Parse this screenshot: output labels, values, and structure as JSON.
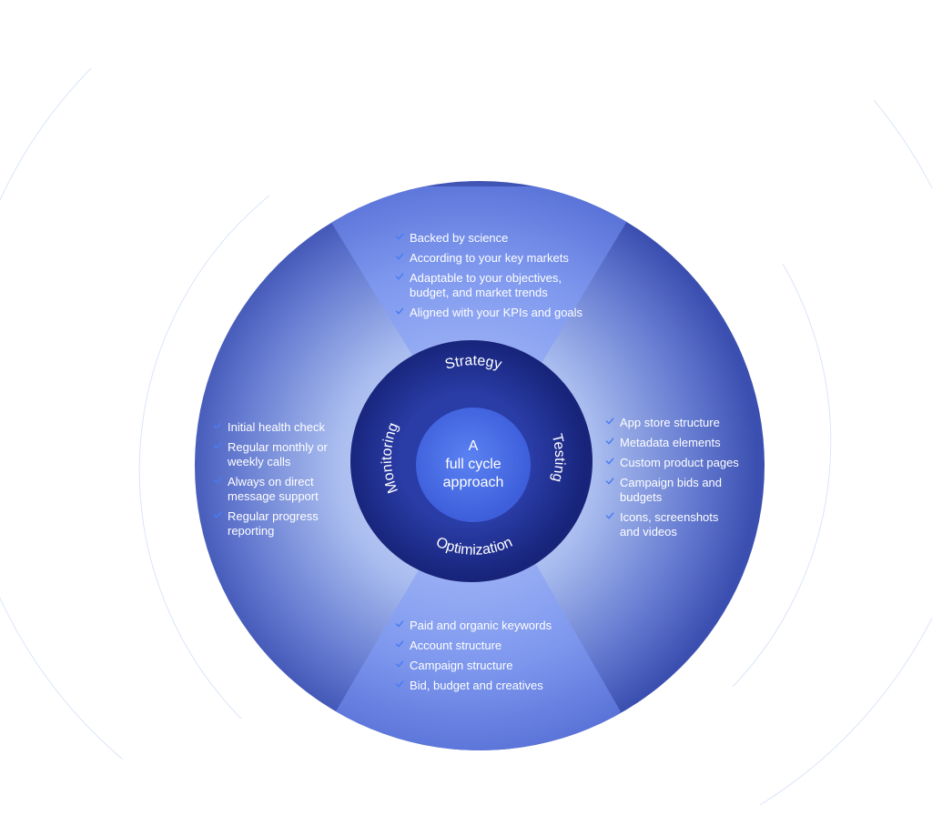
{
  "center": {
    "line1": "A",
    "line2": "full cycle",
    "line3": "approach"
  },
  "ring": {
    "strategy": "Strategy",
    "testing": "Testing",
    "optimization": "Optimization",
    "monitoring": "Monitoring"
  },
  "sections": {
    "strategy": {
      "items": [
        [
          "Backed by science"
        ],
        [
          "According to your key markets"
        ],
        [
          "Adaptable to your objectives,",
          "budget, and market trends"
        ],
        [
          "Aligned with your KPIs and goals"
        ]
      ]
    },
    "testing": {
      "items": [
        [
          "App store structure"
        ],
        [
          "Metadata elements"
        ],
        [
          "Custom product pages"
        ],
        [
          "Campaign bids and",
          "budgets"
        ],
        [
          "Icons, screenshots",
          "and videos"
        ]
      ]
    },
    "optimization": {
      "items": [
        [
          "Paid and organic keywords"
        ],
        [
          "Account structure"
        ],
        [
          "Campaign structure"
        ],
        [
          "Bid, budget and creatives"
        ]
      ]
    },
    "monitoring": {
      "items": [
        [
          "Initial health check"
        ],
        [
          "Regular monthly or",
          "weekly calls"
        ],
        [
          "Always on direct",
          "message support"
        ],
        [
          "Regular progress",
          "reporting"
        ]
      ]
    }
  },
  "colors": {
    "outer_ring_edge": "#3a4fb0",
    "outer_ring_light": "#d2dcf8",
    "wedge": "#7f98ee",
    "inner_ring": "#1c2c86",
    "inner_ring_light": "#2c3fa8",
    "center_circle": "#4f73e8",
    "check": "#4a7cf2",
    "deco_lines": "#dbe5f7"
  },
  "icons": {
    "check": "check-icon"
  }
}
